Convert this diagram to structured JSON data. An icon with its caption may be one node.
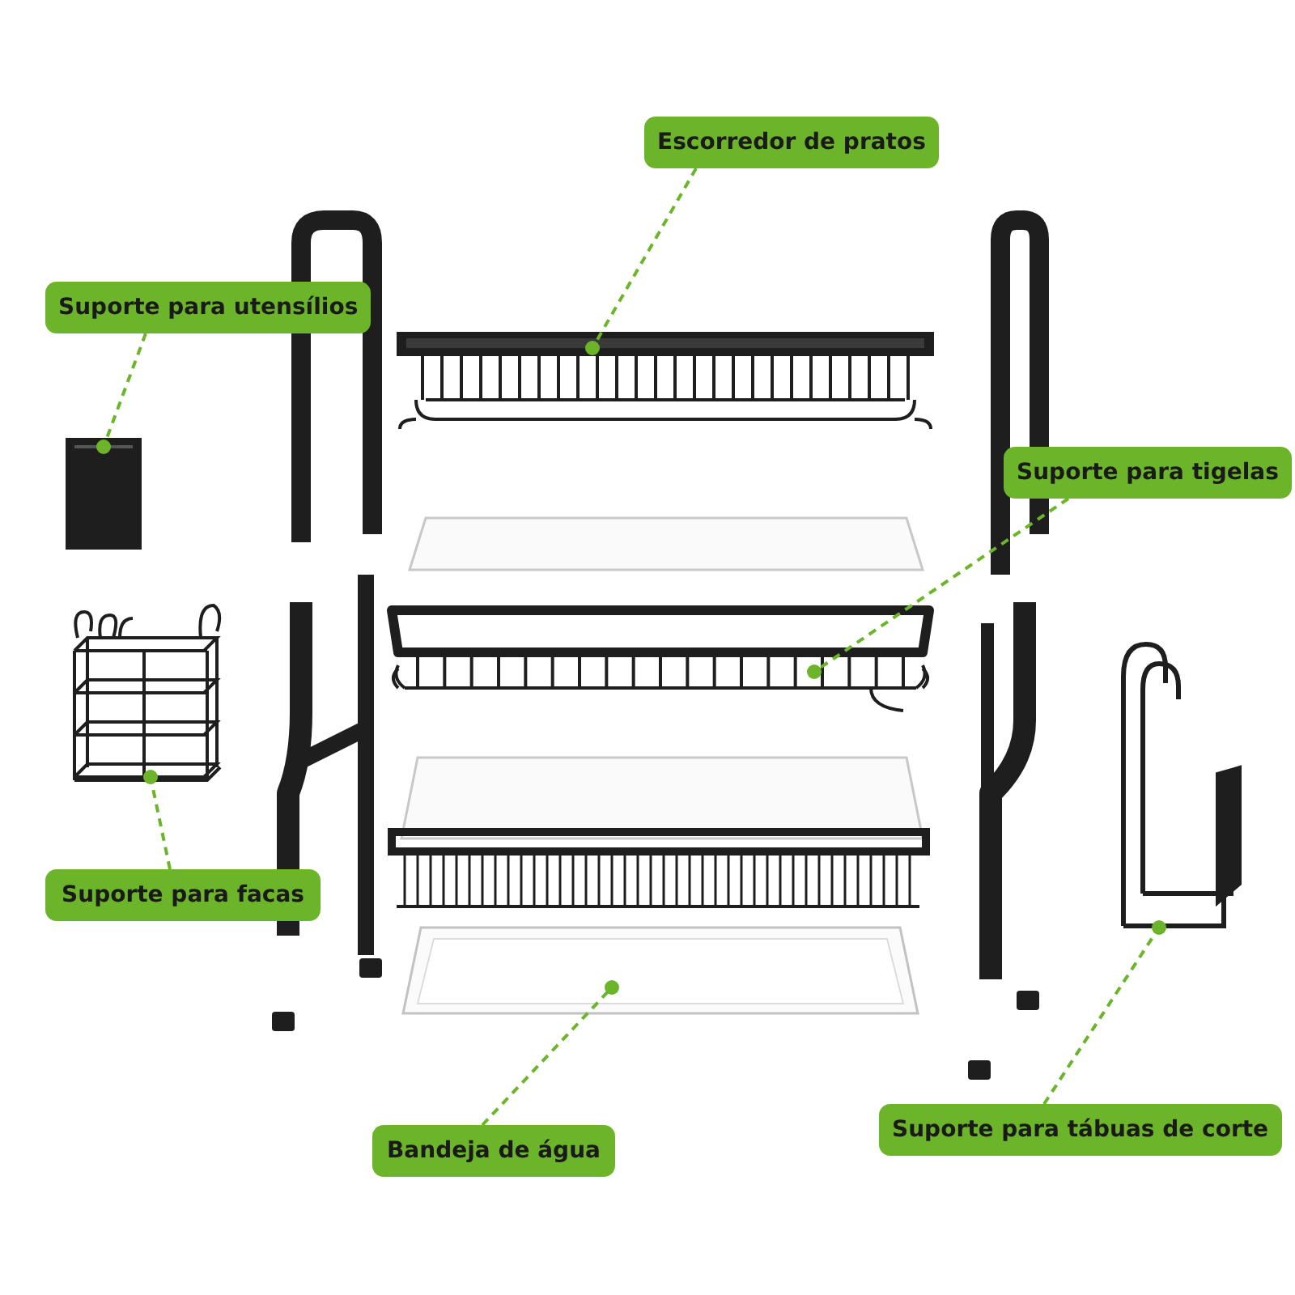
{
  "diagram": {
    "nodes": [
      {
        "text": [
          "Escorredor de pratos"
        ]
      },
      {
        "text": [],
        "shape": "picture"
      },
      {
        "text": [
          "Suporte para utensílios"
        ]
      },
      {
        "text": [],
        "shape": "picture"
      },
      {
        "text": [
          "Suporte para tigelas"
        ]
      },
      {
        "text": [],
        "shape": "picture"
      },
      {
        "text": [
          "Suporte para facas"
        ]
      },
      {
        "text": [],
        "shape": "picture"
      },
      {
        "text": [
          "Bandeja de água"
        ]
      },
      {
        "text": [],
        "shape": "picture"
      },
      {
        "text": [
          "Suporte para tábuas de corte"
        ]
      },
      {
        "text": [],
        "shape": "picture"
      }
    ],
    "edges": [
      {
        "from": 0,
        "to": 1,
        "arrow": "other",
        "style": "dashed"
      },
      {
        "from": 2,
        "to": 3,
        "arrow": "other",
        "style": "dashed"
      },
      {
        "from": 4,
        "to": 5,
        "arrow": "other",
        "style": "dashed"
      },
      {
        "from": 6,
        "to": 7,
        "arrow": "other",
        "style": "dashed"
      },
      {
        "from": 8,
        "to": 9,
        "arrow": "other",
        "style": "dashed"
      },
      {
        "from": 10,
        "to": 11,
        "arrow": "other",
        "style": "dashed"
      }
    ]
  }
}
